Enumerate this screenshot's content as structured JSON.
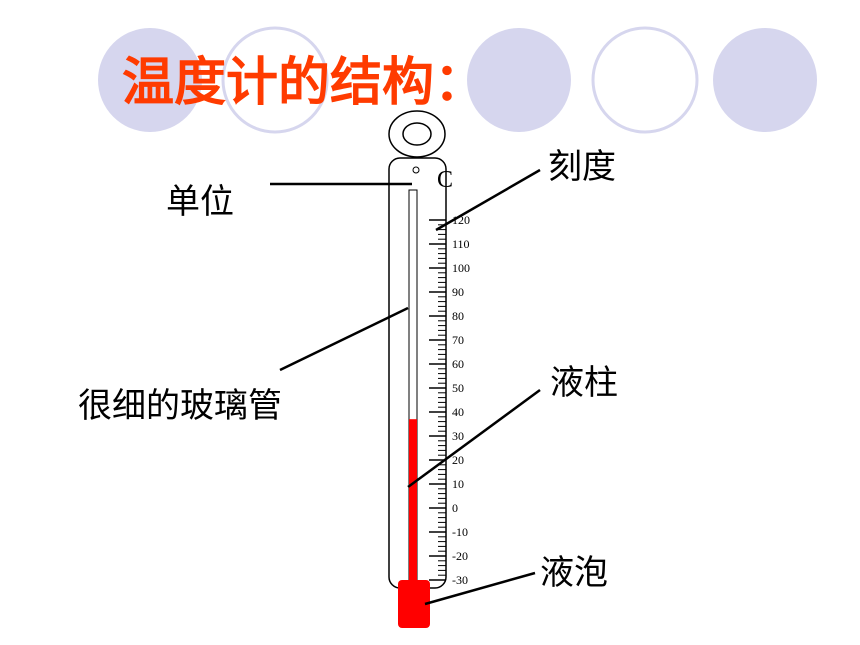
{
  "title": "温度计的结构：",
  "colors": {
    "title": "#ff3b00",
    "circle_fill": "#d6d6ee",
    "circle_stroke": "#d6d6ee",
    "circle_outline_fill": "#ffffff",
    "liquid": "#ff0000",
    "outline": "#000000"
  },
  "labels": {
    "unit": "单位",
    "scale": "刻度",
    "glass_tube": "很细的玻璃管",
    "liquid_column": "液柱",
    "bulb": "液泡"
  },
  "unit_symbol": "C",
  "scale": {
    "min": -30,
    "max": 120,
    "major_step": 10,
    "liquid_level": 37,
    "tick_labels": [
      "120",
      "110",
      "100",
      "90",
      "80",
      "70",
      "60",
      "50",
      "40",
      "30",
      "20",
      "10",
      "0",
      "-10",
      "-20",
      "-30"
    ]
  }
}
